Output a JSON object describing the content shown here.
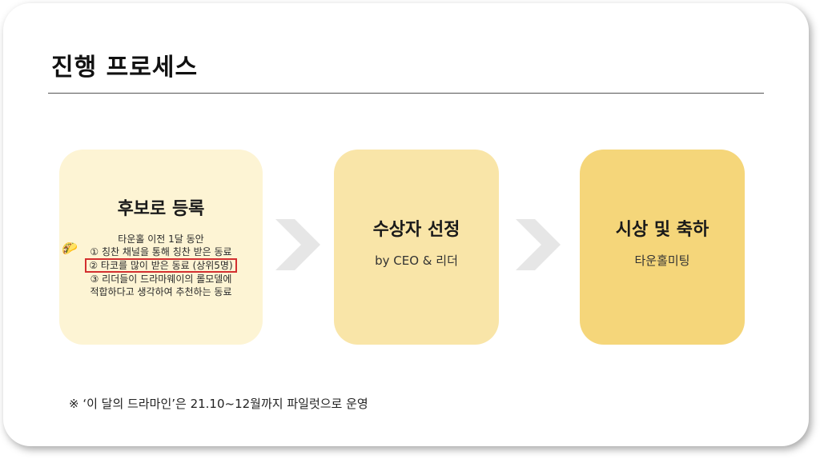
{
  "page": {
    "title": "진행 프로세스"
  },
  "steps": [
    {
      "title": "후보로 등록",
      "period": "타운홀 이전 1달 동안",
      "criteria": [
        "① 칭찬 채널을 통해 칭찬 받은 동료",
        "② 타코를 많이 받은 동료 (상위5명)",
        "③ 리더들이 드라마웨이의 롤모델에",
        "적합하다고 생각하여 추천하는 동료"
      ]
    },
    {
      "title": "수상자 선정",
      "subtitle": "by CEO & 리더"
    },
    {
      "title": "시상 및 축하",
      "subtitle": "타운홀미팅"
    }
  ],
  "footnote": "※ ‘이 달의 드라마인’은 21.10~12월까지 파일럿으로 운영",
  "icons": {
    "taco": "taco-icon",
    "arrow": "chevron-right-icon"
  },
  "colors": {
    "card_1": "#fdf4d4",
    "card_2": "#f9e5a8",
    "card_3": "#f5d67a",
    "highlight_border": "#d32f2f",
    "chevron": "#e6e6e6"
  }
}
